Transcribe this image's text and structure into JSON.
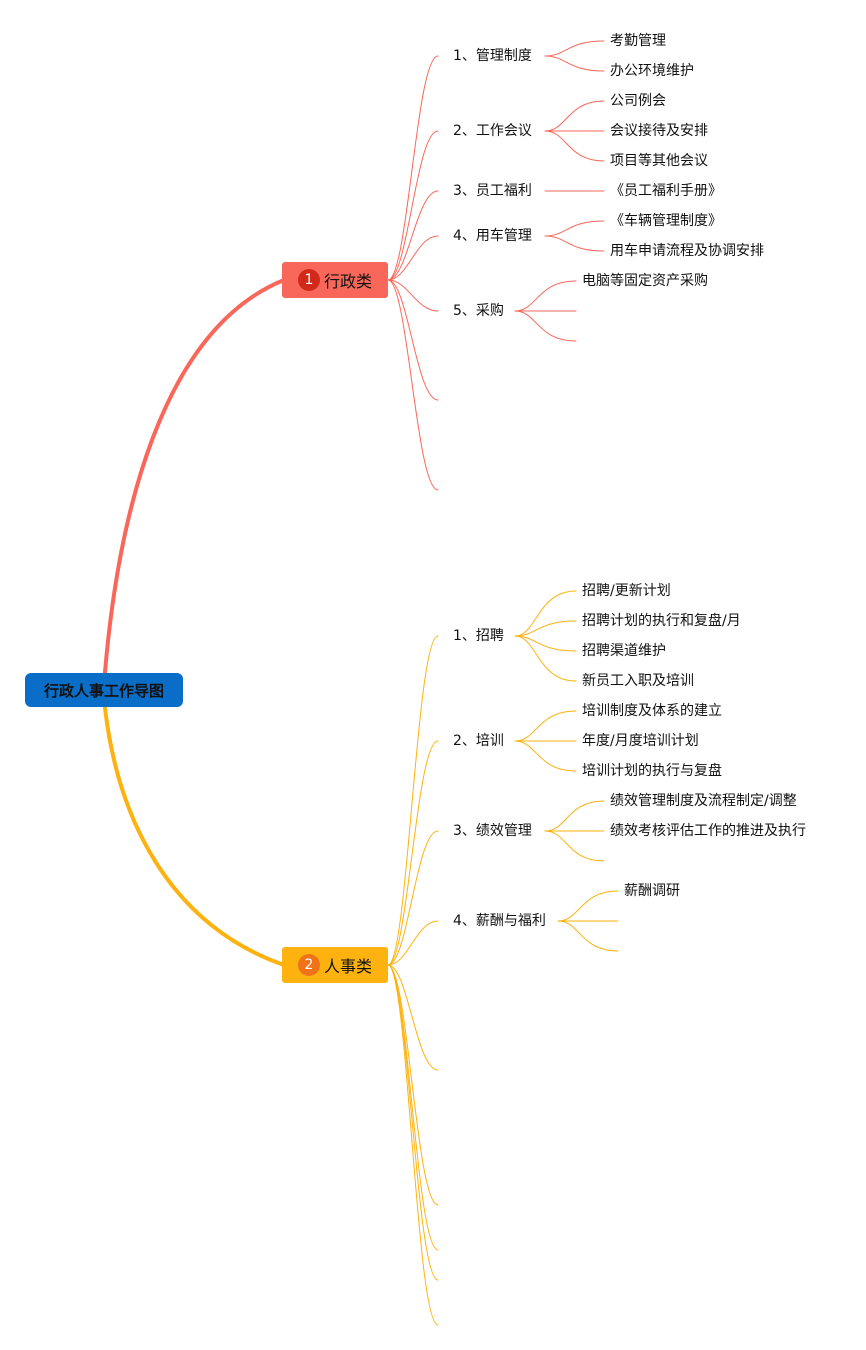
{
  "root": {
    "label": "行政人事工作导图"
  },
  "colors": {
    "root": "#0a6ec8",
    "admin": "#f9675a",
    "hr": "#fdb20f"
  },
  "branches": [
    {
      "number": "1",
      "label": "行政类",
      "items": [
        {
          "label": "1、管理制度",
          "children": [
            "考勤管理",
            "办公环境维护"
          ]
        },
        {
          "label": "2、工作会议",
          "children": [
            "公司例会",
            "会议接待及安排",
            "项目等其他会议"
          ]
        },
        {
          "label": "3、员工福利",
          "children": [
            "《员工福利手册》"
          ]
        },
        {
          "label": "4、用车管理",
          "children": [
            "《车辆管理制度》",
            "用车申请流程及协调安排"
          ]
        },
        {
          "label": "5、采购",
          "children": [
            "电脑等固定资产采购",
            "",
            ""
          ]
        },
        {
          "label": "",
          "children": []
        },
        {
          "label": "",
          "children": []
        }
      ]
    },
    {
      "number": "2",
      "label": "人事类",
      "items": [
        {
          "label": "1、招聘",
          "children": [
            "招聘/更新计划",
            "招聘计划的执行和复盘/月",
            "招聘渠道维护",
            "新员工入职及培训"
          ]
        },
        {
          "label": "2、培训",
          "children": [
            "培训制度及体系的建立",
            "年度/月度培训计划",
            "培训计划的执行与复盘"
          ]
        },
        {
          "label": "3、绩效管理",
          "children": [
            "绩效管理制度及流程制定/调整",
            "绩效考核评估工作的推进及执行",
            ""
          ]
        },
        {
          "label": "4、薪酬与福利",
          "children": [
            "薪酬调研",
            "",
            ""
          ]
        },
        {
          "label": "",
          "children": []
        },
        {
          "label": "",
          "children": []
        },
        {
          "label": "",
          "children": []
        },
        {
          "label": "",
          "children": []
        },
        {
          "label": "",
          "children": []
        }
      ]
    }
  ]
}
